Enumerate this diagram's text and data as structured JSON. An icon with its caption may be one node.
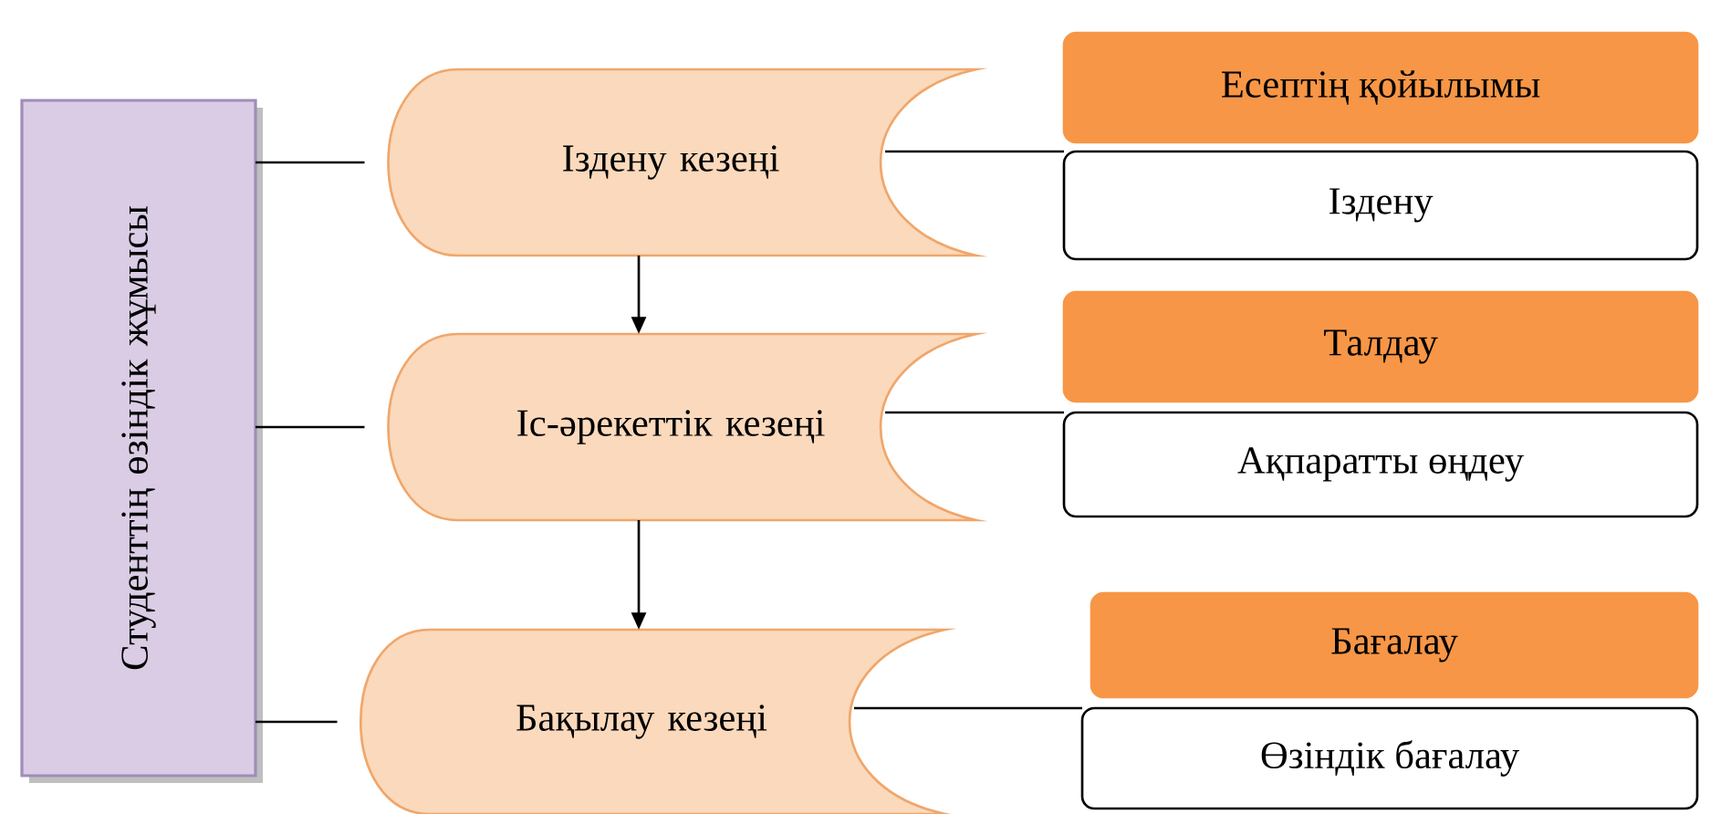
{
  "diagram": {
    "nodes": [
      {
        "text": [
          "Студенттің өзіндік жұмысы"
        ]
      },
      {
        "text": [
          "Іздену кезеңі"
        ]
      },
      {
        "text": [
          "Іс-әрекеттік кезеңі"
        ]
      },
      {
        "text": [
          "Бақылау кезеңі"
        ]
      },
      {
        "text": [
          "Есептің қойылымы"
        ]
      },
      {
        "text": [
          "Іздену"
        ]
      },
      {
        "text": [
          "Талдау"
        ]
      },
      {
        "text": [
          "Ақпаратты өңдеу"
        ]
      },
      {
        "text": [
          "Бағалау"
        ]
      },
      {
        "text": [
          "Өзіндік бағалау"
        ]
      }
    ],
    "edges": [
      {
        "from": 0,
        "to": 1,
        "arrow": "none"
      },
      {
        "from": 0,
        "to": 2,
        "arrow": "none"
      },
      {
        "from": 0,
        "to": 3,
        "arrow": "none"
      },
      {
        "from": 1,
        "to": 2,
        "arrow": "to"
      },
      {
        "from": 2,
        "to": 3,
        "arrow": "to"
      },
      {
        "from": 1,
        "to": 5,
        "arrow": "none"
      },
      {
        "from": 2,
        "to": 7,
        "arrow": "none"
      },
      {
        "from": 3,
        "to": 9,
        "arrow": "none"
      }
    ]
  }
}
